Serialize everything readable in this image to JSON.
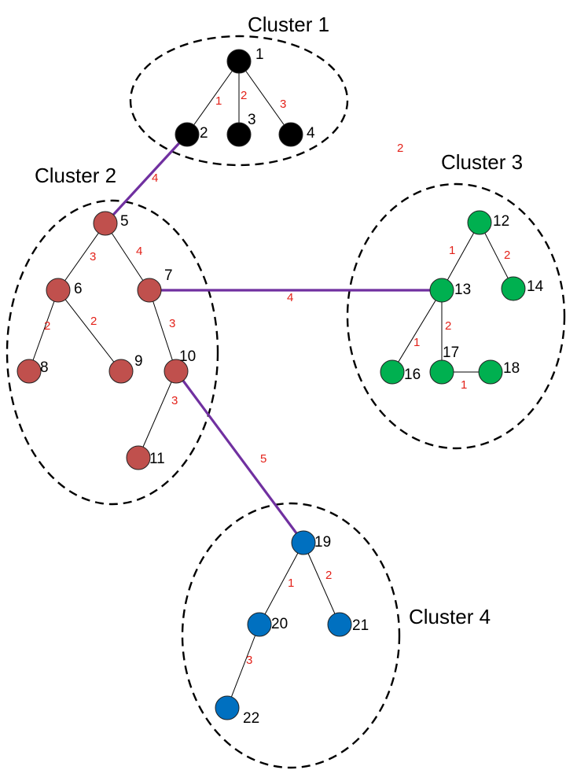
{
  "clusters": [
    {
      "id": "c1",
      "title": "Cluster 1"
    },
    {
      "id": "c2",
      "title": "Cluster 2"
    },
    {
      "id": "c3",
      "title": "Cluster 3"
    },
    {
      "id": "c4",
      "title": "Cluster 4"
    }
  ],
  "colors": {
    "cluster1": "#000000",
    "cluster2": "#c0504d",
    "cluster3": "#00b050",
    "cluster4": "#0070c0",
    "inter_cluster_edge": "#7030a0",
    "weight_text": "#e32119"
  },
  "nodes": [
    {
      "id": "1",
      "label": "1",
      "cluster": "cluster1"
    },
    {
      "id": "2",
      "label": "2",
      "cluster": "cluster1"
    },
    {
      "id": "3",
      "label": "3",
      "cluster": "cluster1"
    },
    {
      "id": "4",
      "label": "4",
      "cluster": "cluster1"
    },
    {
      "id": "5",
      "label": "5",
      "cluster": "cluster2"
    },
    {
      "id": "6",
      "label": "6",
      "cluster": "cluster2"
    },
    {
      "id": "7",
      "label": "7",
      "cluster": "cluster2"
    },
    {
      "id": "8",
      "label": "8",
      "cluster": "cluster2"
    },
    {
      "id": "9",
      "label": "9",
      "cluster": "cluster2"
    },
    {
      "id": "10",
      "label": "10",
      "cluster": "cluster2"
    },
    {
      "id": "11",
      "label": "11",
      "cluster": "cluster2"
    },
    {
      "id": "12",
      "label": "12",
      "cluster": "cluster3"
    },
    {
      "id": "13",
      "label": "13",
      "cluster": "cluster3"
    },
    {
      "id": "14",
      "label": "14",
      "cluster": "cluster3"
    },
    {
      "id": "16",
      "label": "16",
      "cluster": "cluster3"
    },
    {
      "id": "17",
      "label": "17",
      "cluster": "cluster3"
    },
    {
      "id": "18",
      "label": "18",
      "cluster": "cluster3"
    },
    {
      "id": "19",
      "label": "19",
      "cluster": "cluster4"
    },
    {
      "id": "20",
      "label": "20",
      "cluster": "cluster4"
    },
    {
      "id": "21",
      "label": "21",
      "cluster": "cluster4"
    },
    {
      "id": "22",
      "label": "22",
      "cluster": "cluster4"
    }
  ],
  "edges": [
    {
      "from": "1",
      "to": "2",
      "weight": "1",
      "inter_cluster": false
    },
    {
      "from": "1",
      "to": "3",
      "weight": "2",
      "inter_cluster": false
    },
    {
      "from": "1",
      "to": "4",
      "weight": "3",
      "inter_cluster": false
    },
    {
      "from": "5",
      "to": "6",
      "weight": "3",
      "inter_cluster": false
    },
    {
      "from": "5",
      "to": "7",
      "weight": "4",
      "inter_cluster": false
    },
    {
      "from": "6",
      "to": "8",
      "weight": "2",
      "inter_cluster": false
    },
    {
      "from": "6",
      "to": "9",
      "weight": "2",
      "inter_cluster": false
    },
    {
      "from": "7",
      "to": "10",
      "weight": "3",
      "inter_cluster": false
    },
    {
      "from": "10",
      "to": "11",
      "weight": "3",
      "inter_cluster": false
    },
    {
      "from": "12",
      "to": "13",
      "weight": "1",
      "inter_cluster": false
    },
    {
      "from": "12",
      "to": "14",
      "weight": "2",
      "inter_cluster": false
    },
    {
      "from": "13",
      "to": "16",
      "weight": "1",
      "inter_cluster": false
    },
    {
      "from": "13",
      "to": "17",
      "weight": "2",
      "inter_cluster": false
    },
    {
      "from": "17",
      "to": "18",
      "weight": "1",
      "inter_cluster": false
    },
    {
      "from": "19",
      "to": "20",
      "weight": "1",
      "inter_cluster": false
    },
    {
      "from": "19",
      "to": "21",
      "weight": "2",
      "inter_cluster": false
    },
    {
      "from": "20",
      "to": "22",
      "weight": "3",
      "inter_cluster": false
    },
    {
      "from": "2",
      "to": "5",
      "weight": "4",
      "inter_cluster": true
    },
    {
      "from": "7",
      "to": "13",
      "weight": "4",
      "inter_cluster": true
    },
    {
      "from": "10",
      "to": "19",
      "weight": "5",
      "inter_cluster": true
    }
  ],
  "floating_labels": [
    {
      "id": "stray-weight",
      "text": "2"
    }
  ]
}
